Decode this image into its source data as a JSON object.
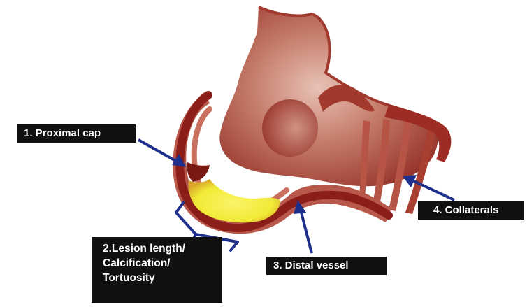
{
  "labels": {
    "proximal_cap": "1. Proximal cap",
    "lesion_lines": [
      "2.Lesion length/",
      "Calcification/",
      "Tortuosity"
    ],
    "distal_vessel": "3. Distal vessel",
    "collaterals": "4. Collaterals"
  },
  "colors": {
    "vessel_dark": "#8e1f1a",
    "vessel_mid": "#b04a3b",
    "vessel_light": "#e3b4a7",
    "lesion_yellow": "#f4ee3c",
    "arrow_blue": "#1f2f8c",
    "label_bg": "#101010",
    "label_text": "#ffffff"
  }
}
